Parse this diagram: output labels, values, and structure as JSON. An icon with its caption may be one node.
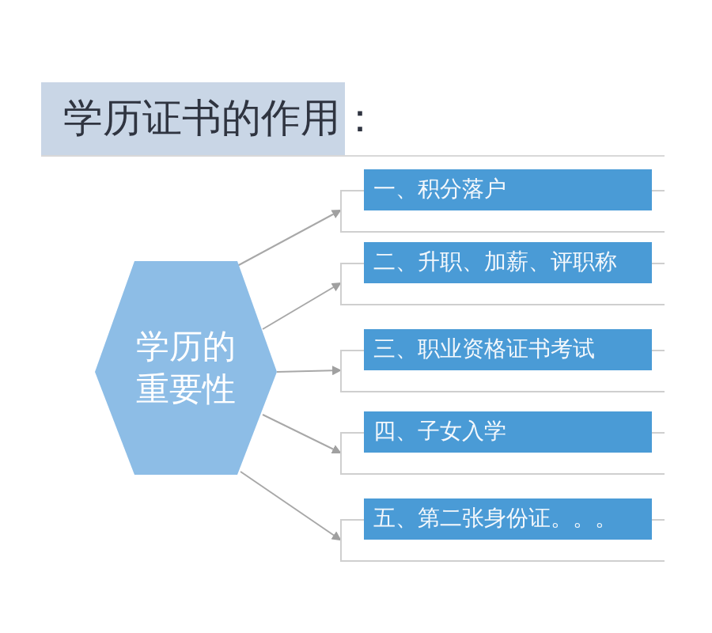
{
  "diagram": {
    "title": "学历证书的作用：",
    "nodes": [
      {
        "text": [
          "学历的重要性"
        ]
      },
      {
        "text": [
          "一、积分落户"
        ]
      },
      {
        "text": [
          "二、升职、加薪、评职称"
        ]
      },
      {
        "text": [
          "三、职业资格证书考试"
        ]
      },
      {
        "text": [
          "四、子女入学"
        ]
      },
      {
        "text": [
          "五、第二张身份证。。。"
        ]
      }
    ],
    "edges": [
      {
        "from": 0,
        "to": 1,
        "arrow": "to"
      },
      {
        "from": 0,
        "to": 2,
        "arrow": "to"
      },
      {
        "from": 0,
        "to": 3,
        "arrow": "to"
      },
      {
        "from": 0,
        "to": 4,
        "arrow": "to"
      },
      {
        "from": 0,
        "to": 5,
        "arrow": "to"
      }
    ]
  }
}
